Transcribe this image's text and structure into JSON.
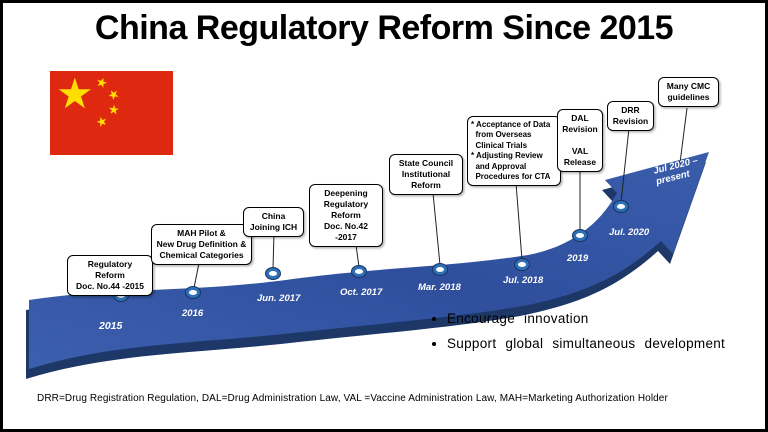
{
  "title": "China Regulatory Reform Since 2015",
  "flag": {
    "star": "★"
  },
  "milestones": [
    {
      "label": "Regulatory\nReform\nDoc. No.44 -2015",
      "date": "2015"
    },
    {
      "label": "MAH Pilot &\nNew Drug Definition &\nChemical Categories",
      "date": "2016"
    },
    {
      "label": "China\nJoining ICH",
      "date": "Jun. 2017"
    },
    {
      "label": "Deepening\nRegulatory\nReform\nDoc. No.42 -2017",
      "date": "Oct. 2017"
    },
    {
      "label": "State Council\nInstitutional\nReform",
      "date": "Mar. 2018"
    },
    {
      "label": "* Acceptance of Data\n  from Overseas\n  Clinical Trials\n* Adjusting Review\n  and Approval\n  Procedures for CTA",
      "date": "Jul. 2018"
    },
    {
      "label": "DAL\nRevision\n\nVAL\nRelease",
      "date": "2019"
    },
    {
      "label": "DRR\nRevision",
      "date": "Jul. 2020"
    },
    {
      "label": "Many CMC\nguidelines",
      "date": "Jul 2020 –\npresent"
    }
  ],
  "key_points": [
    "Encourage innovation",
    "Support global simultaneous development"
  ],
  "footnote": "DRR=Drug Registration Regulation, DAL=Drug Administration Law, VAL =Vaccine Administration Law, MAH=Marketing Authorization Holder",
  "colors": {
    "arrow_blue": "#33549f",
    "arrow_dark": "#1d3767",
    "ring_blue": "#2e6fb7",
    "flag_red": "#de2910",
    "flag_yellow": "#ffde00"
  }
}
